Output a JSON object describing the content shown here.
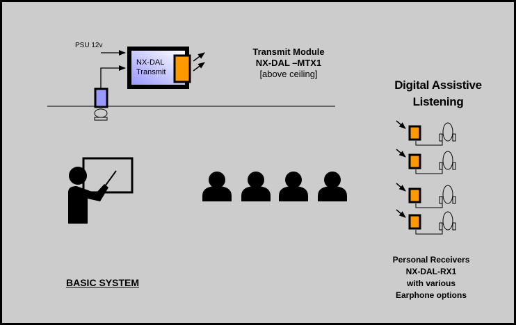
{
  "diagram": {
    "colors": {
      "background": "#cccccc",
      "border": "#000000",
      "transmitter_fill_start": "#ffffff",
      "transmitter_fill_end": "#9999ff",
      "accent_orange": "#ff9900",
      "sensor_fill": "#9999ff"
    },
    "transmitter": {
      "psu_label": "PSU 12v",
      "box_line1": "NX-DAL",
      "box_line2": "Transmit",
      "title_line1": "Transmit Module",
      "title_line2": "NX-DAL –MTX1",
      "note": "[above ceiling]"
    },
    "listening": {
      "title_line1": "Digital Assistive",
      "title_line2": "Listening",
      "receiver_count": 4
    },
    "receivers_caption": {
      "line1": "Personal Receivers",
      "line2": "NX-DAL-RX1",
      "line3": "with various",
      "line4": "Earphone options"
    },
    "presenter_icon": "teacher-at-whiteboard-icon",
    "audience_icon": "person-icon",
    "audience_count": 4,
    "system_label": "BASIC SYSTEM"
  }
}
